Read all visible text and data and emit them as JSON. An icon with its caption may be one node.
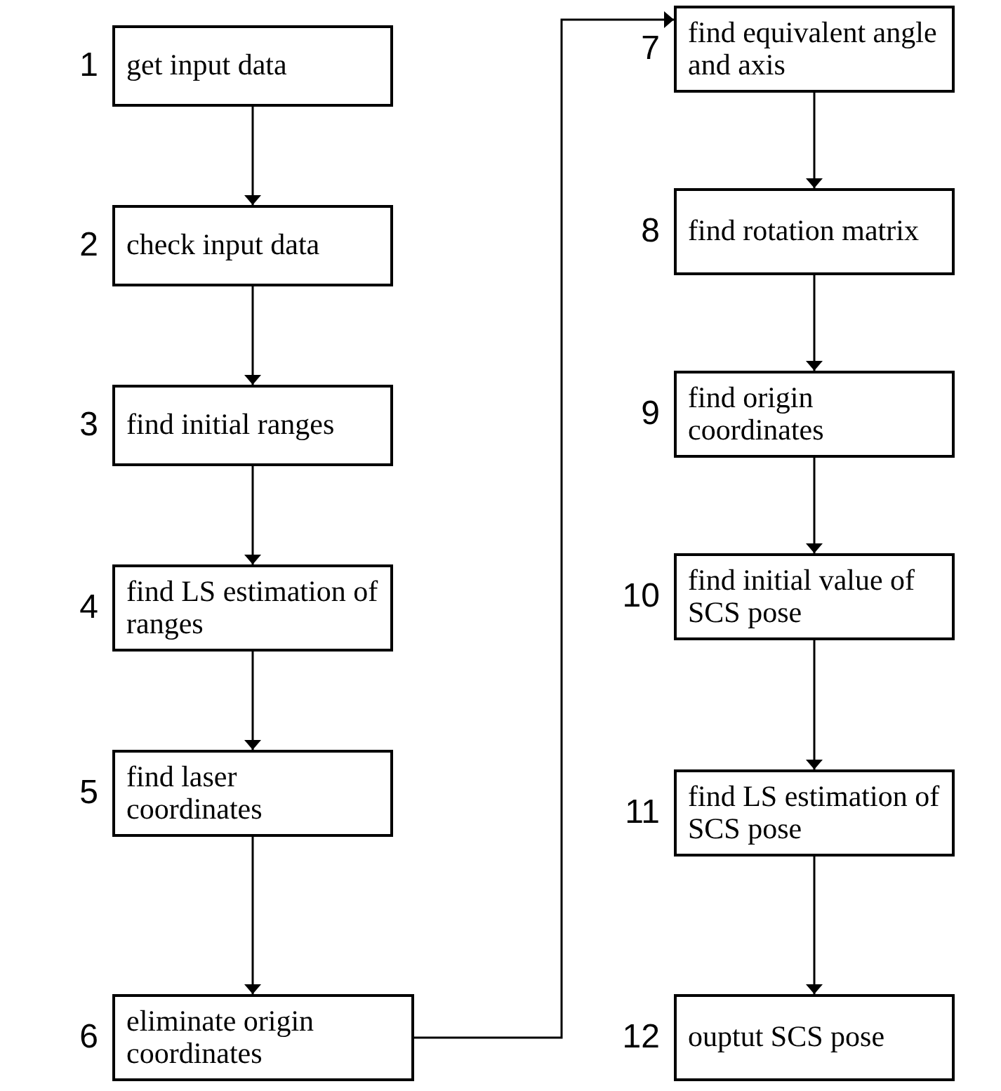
{
  "diagram": {
    "nodes": [
      {
        "text": [
          "get input data"
        ],
        "beside": [
          "1"
        ]
      },
      {
        "text": [
          "check input data"
        ],
        "beside": [
          "2"
        ]
      },
      {
        "text": [
          "find initial ranges"
        ],
        "beside": [
          "3"
        ]
      },
      {
        "text": [
          "find LS estimation of ranges"
        ],
        "beside": [
          "4"
        ]
      },
      {
        "text": [
          "find laser coordinates"
        ],
        "beside": [
          "5"
        ]
      },
      {
        "text": [
          "eliminate origin coordinates"
        ],
        "beside": [
          "6"
        ]
      },
      {
        "text": [
          "find equivalent angle and axis"
        ],
        "beside": [
          "7"
        ]
      },
      {
        "text": [
          "find rotation matrix"
        ],
        "beside": [
          "8"
        ]
      },
      {
        "text": [
          "find origin coordinates"
        ],
        "beside": [
          "9"
        ]
      },
      {
        "text": [
          "find initial value of SCS pose"
        ],
        "beside": [
          "10"
        ]
      },
      {
        "text": [
          "find LS estimation of SCS pose"
        ],
        "beside": [
          "11"
        ]
      },
      {
        "text": [
          "ouptut SCS pose"
        ],
        "beside": [
          "12"
        ]
      }
    ],
    "edges": [
      {
        "from": 0,
        "to": 1,
        "arrow": "to"
      },
      {
        "from": 1,
        "to": 2,
        "arrow": "to"
      },
      {
        "from": 2,
        "to": 3,
        "arrow": "to"
      },
      {
        "from": 3,
        "to": 4,
        "arrow": "to"
      },
      {
        "from": 4,
        "to": 5,
        "arrow": "to"
      },
      {
        "from": 5,
        "to": 6,
        "arrow": "to"
      },
      {
        "from": 6,
        "to": 7,
        "arrow": "to"
      },
      {
        "from": 7,
        "to": 8,
        "arrow": "to"
      },
      {
        "from": 8,
        "to": 9,
        "arrow": "to"
      },
      {
        "from": 9,
        "to": 10,
        "arrow": "to"
      },
      {
        "from": 10,
        "to": 11,
        "arrow": "to"
      }
    ]
  }
}
